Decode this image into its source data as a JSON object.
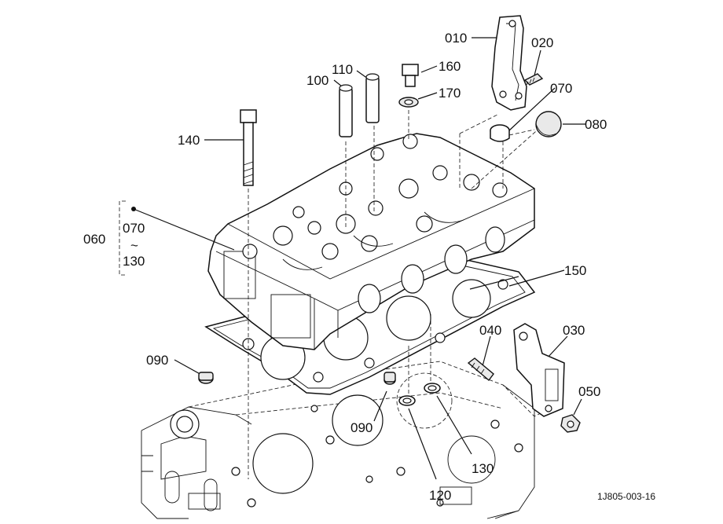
{
  "labels": {
    "p010": "010",
    "p020": "020",
    "p030": "030",
    "p040": "040",
    "p050": "050",
    "p060": "060",
    "p070a": "070",
    "p070b": "070",
    "p080": "080",
    "p090a": "090",
    "p090b": "090",
    "p100": "100",
    "p110": "110",
    "p120": "120",
    "p130a": "130",
    "p130b": "130",
    "p140": "140",
    "p150": "150",
    "p160": "160",
    "p170": "170",
    "range_sep": "~"
  },
  "drawing_ref": "1J805-003-16"
}
